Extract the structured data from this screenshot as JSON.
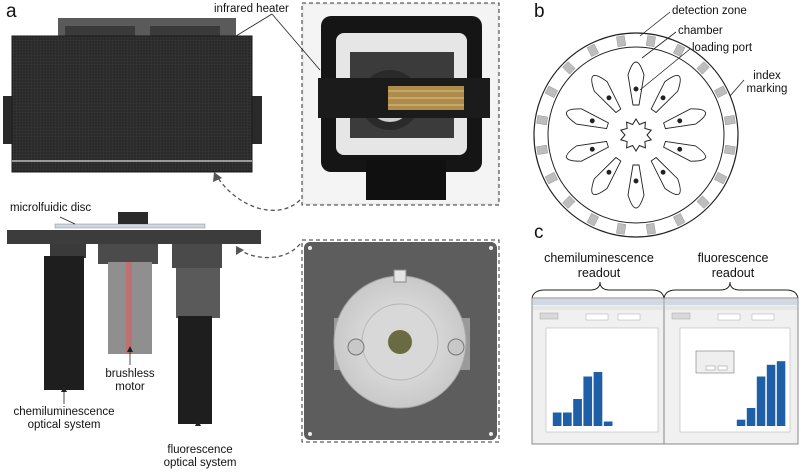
{
  "panels": {
    "a": "a",
    "b": "b",
    "c": "c"
  },
  "labels": {
    "infrared_heater": "infrared heater",
    "microfluidic_disc": "microlfuidic disc",
    "brushless_motor_1": "brushless",
    "brushless_motor_2": "motor",
    "chemi_optical_1": "chemiluminescence",
    "chemi_optical_2": "optical system",
    "fluor_optical_1": "fluorescence",
    "fluor_optical_2": "optical system",
    "detection_zone": "detection zone",
    "chamber": "chamber",
    "loading_port": "loading port",
    "index_marking_1": "index",
    "index_marking_2": "marking",
    "chemi_readout_1": "chemiluminescence",
    "chemi_readout_2": "readout",
    "fluor_readout_1": "fluorescence",
    "fluor_readout_2": "readout"
  },
  "chart_data": [
    {
      "type": "bar",
      "values": [
        1.5,
        1.5,
        3,
        5.5,
        6,
        0.5,
        0,
        0,
        0,
        0
      ],
      "ylim": [
        0,
        10
      ]
    },
    {
      "type": "bar",
      "values": [
        0,
        0,
        0,
        0,
        0,
        0.7,
        2,
        5.5,
        6.8,
        7.2
      ],
      "ylim": [
        0,
        10
      ]
    }
  ]
}
